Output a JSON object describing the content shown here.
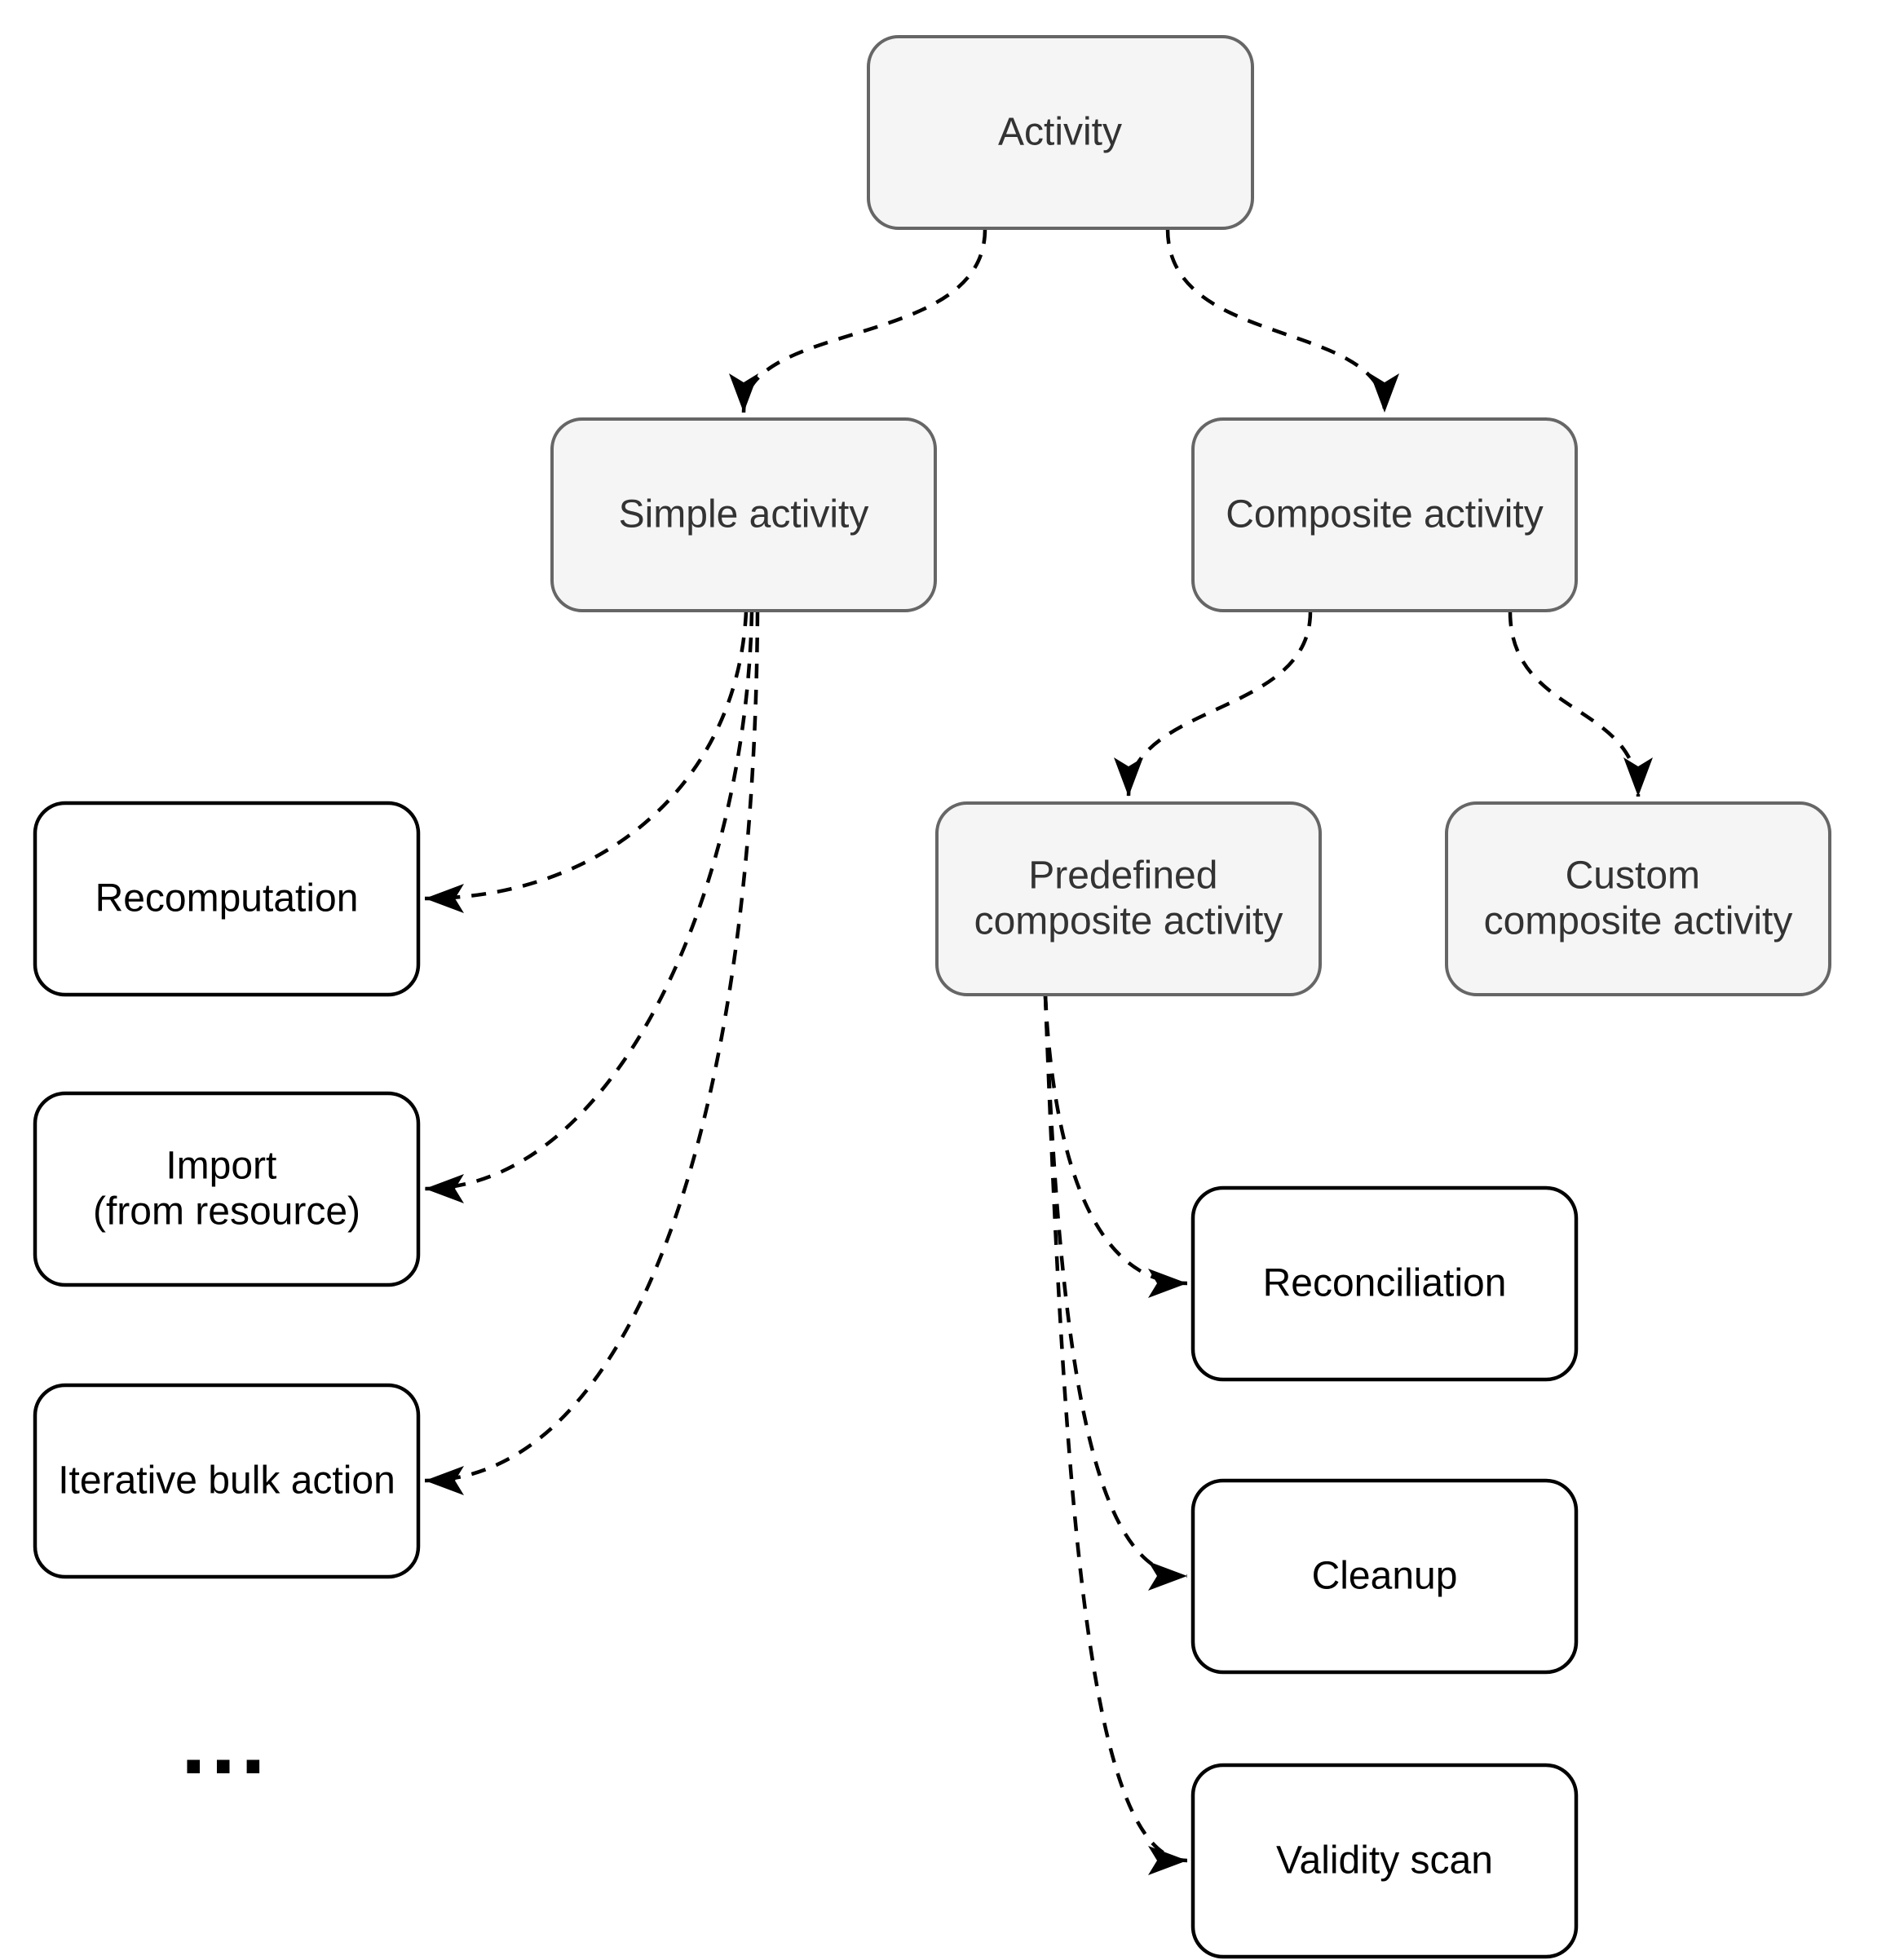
{
  "diagram_type": "tree",
  "nodes": {
    "activity": {
      "label": "Activity"
    },
    "simple_activity": {
      "label": "Simple activity"
    },
    "composite_activity": {
      "label": "Composite activity"
    },
    "predefined_composite_activity": {
      "line1": "Predefined",
      "line2": "composite activity"
    },
    "custom_composite_activity": {
      "line1": "Custom",
      "line2": "composite activity"
    },
    "recomputation": {
      "label": "Recomputation"
    },
    "import_from_resource": {
      "line1": "Import",
      "line2": "(from resource)"
    },
    "iterative_bulk_action": {
      "label": "Iterative bulk action"
    },
    "reconciliation": {
      "label": "Reconciliation"
    },
    "cleanup": {
      "label": "Cleanup"
    },
    "validity_scan": {
      "label": "Validity scan"
    }
  },
  "ellipsis": "...",
  "edges": [
    {
      "from": "activity",
      "to": "simple_activity",
      "style": "dashed-arrow"
    },
    {
      "from": "activity",
      "to": "composite_activity",
      "style": "dashed-arrow"
    },
    {
      "from": "composite_activity",
      "to": "predefined_composite_activity",
      "style": "dashed-arrow"
    },
    {
      "from": "composite_activity",
      "to": "custom_composite_activity",
      "style": "dashed-arrow"
    },
    {
      "from": "simple_activity",
      "to": "recomputation",
      "style": "dashed-arrow"
    },
    {
      "from": "simple_activity",
      "to": "import_from_resource",
      "style": "dashed-arrow"
    },
    {
      "from": "simple_activity",
      "to": "iterative_bulk_action",
      "style": "dashed-arrow"
    },
    {
      "from": "predefined_composite_activity",
      "to": "reconciliation",
      "style": "dashed-arrow"
    },
    {
      "from": "predefined_composite_activity",
      "to": "cleanup",
      "style": "dashed-arrow"
    },
    {
      "from": "predefined_composite_activity",
      "to": "validity_scan",
      "style": "dashed-arrow"
    }
  ],
  "colors": {
    "category_box_fill": "#f5f5f5",
    "category_box_stroke": "#666666",
    "category_box_text": "#333333",
    "leaf_box_fill": "#ffffff",
    "leaf_box_stroke": "#000000",
    "leaf_box_text": "#000000",
    "edge_color": "#000000",
    "background": "#ffffff"
  }
}
